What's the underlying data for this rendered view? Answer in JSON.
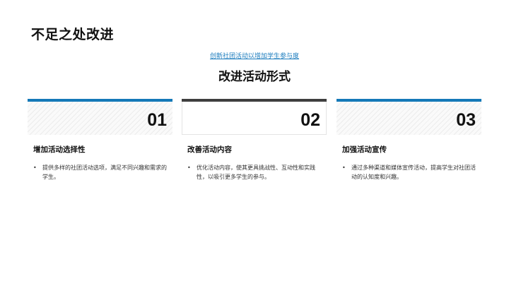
{
  "page": {
    "title": "不足之处改进",
    "subtitle_link": "创新社团活动以增加学生参与度",
    "section_title": "改进活动形式"
  },
  "colors": {
    "accent_blue": "#1479b8",
    "accent_dark": "#3f3f3f",
    "link_blue": "#1a7bbd"
  },
  "cards": [
    {
      "number": "01",
      "title": "增加活动选择性",
      "bullet": "•",
      "text": "提供多样的社团活动选项，满足不同兴趣和需求的学生。"
    },
    {
      "number": "02",
      "title": "改善活动内容",
      "bullet": "•",
      "text": "优化活动内容，使其更具挑战性、互动性和实践性，以吸引更多学生的参与。"
    },
    {
      "number": "03",
      "title": "加强活动宣传",
      "bullet": "•",
      "text": "通过多种渠道和媒体宣传活动，提高学生对社团活动的认知度和兴趣。"
    }
  ]
}
